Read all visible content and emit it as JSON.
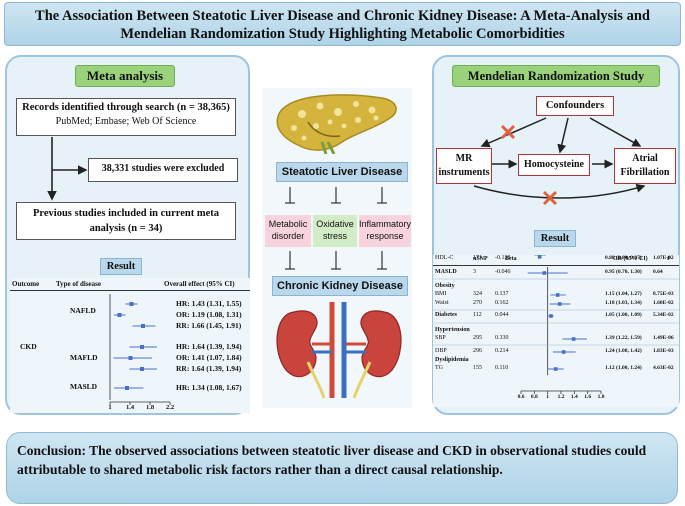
{
  "title": "The Association Between Steatotic Liver Disease and Chronic Kidney Disease: A Meta-Analysis and Mendelian Randomization Study Highlighting Metabolic Comorbidities",
  "meta": {
    "heading": "Meta analysis",
    "records_title": "Records identified through search (n = 38,365)",
    "records_sub": "PubMed; Embase; Web Of Science",
    "excluded": "38,331 studies were excluded",
    "included": "Previous studies included in current meta analysis (n = 34)",
    "result_label": "Result",
    "forest": {
      "headers": [
        "Outcome",
        "Type of disease",
        "Overall effect (95% CI)"
      ],
      "outcome": "CKD",
      "groups": [
        "NAFLD",
        "MAFLD",
        "MASLD"
      ],
      "rows": [
        {
          "group": "NAFLD",
          "text": "HR: 1.43 (1.31, 1.55)",
          "est": 1.43,
          "lo": 1.31,
          "hi": 1.55
        },
        {
          "group": "NAFLD",
          "text": "OR: 1.19 (1.08, 1.31)",
          "est": 1.19,
          "lo": 1.08,
          "hi": 1.31
        },
        {
          "group": "NAFLD",
          "text": "RR: 1.66 (1.45, 1.91)",
          "est": 1.66,
          "lo": 1.45,
          "hi": 1.91
        },
        {
          "group": "MAFLD",
          "text": "HR: 1.64 (1.39, 1.94)",
          "est": 1.64,
          "lo": 1.39,
          "hi": 1.94
        },
        {
          "group": "MAFLD",
          "text": "OR: 1.41 (1.07, 1.84)",
          "est": 1.41,
          "lo": 1.07,
          "hi": 1.84
        },
        {
          "group": "MAFLD",
          "text": "RR: 1.64 (1.39, 1.94)",
          "est": 1.64,
          "lo": 1.39,
          "hi": 1.94
        },
        {
          "group": "MASLD",
          "text": "HR: 1.34 (1.08, 1.67)",
          "est": 1.34,
          "lo": 1.08,
          "hi": 1.67
        }
      ],
      "axis_ticks": [
        "1",
        "1.4",
        "1.8",
        "2.2"
      ],
      "axis_range": [
        1,
        2.2
      ]
    }
  },
  "center": {
    "steatotic": "Steatotic Liver Disease",
    "mechanisms": [
      "Metabolic disorder",
      "Oxidative stress",
      "Inflammatory response"
    ],
    "ckd": "Chronic Kidney Disease"
  },
  "mr": {
    "heading": "Mendelian Randomization Study",
    "confounders": "Confounders",
    "instruments": "MR instruments",
    "homocysteine": "Homocysteine",
    "af": "Atrial Fibrillation",
    "result_label": "Result",
    "table": {
      "headers": [
        "nSNP",
        "Beta",
        "OR (95% CI)",
        "P"
      ],
      "rows": [
        {
          "kind": "row",
          "label": "MASLD",
          "nsnp": "3",
          "beta": "-0.046",
          "or": "0.95 (0.70, 1.30)",
          "p": "0.64",
          "est": 0.95,
          "lo": 0.7,
          "hi": 1.3
        },
        {
          "kind": "head",
          "label": "Obesity"
        },
        {
          "kind": "row",
          "label": "BMI",
          "nsnp": "324",
          "beta": "0.137",
          "or": "1.15 (1.04, 1.27)",
          "p": "8.75E-03",
          "est": 1.15,
          "lo": 1.04,
          "hi": 1.27
        },
        {
          "kind": "row",
          "label": "Waist",
          "nsnp": "270",
          "beta": "0.162",
          "or": "1.18 (1.03, 1.34)",
          "p": "1.60E-02",
          "est": 1.18,
          "lo": 1.03,
          "hi": 1.34
        },
        {
          "kind": "row",
          "label": "Diabetes",
          "nsnp": "112",
          "beta": "0.044",
          "or": "1.05 (1.00, 1.09)",
          "p": "5.34E-02",
          "est": 1.05,
          "lo": 1.0,
          "hi": 1.09
        },
        {
          "kind": "head",
          "label": "Hypertension"
        },
        {
          "kind": "row",
          "label": "SBP",
          "nsnp": "295",
          "beta": "0.330",
          "or": "1.39 (1.22, 1.59)",
          "p": "1.49E-06",
          "est": 1.39,
          "lo": 1.22,
          "hi": 1.59
        },
        {
          "kind": "row",
          "label": "DBP",
          "nsnp": "296",
          "beta": "0.214",
          "or": "1.24 (1.08, 1.42)",
          "p": "1.83E-03",
          "est": 1.24,
          "lo": 1.08,
          "hi": 1.42
        },
        {
          "kind": "head",
          "label": "Dyslipidemia"
        },
        {
          "kind": "row",
          "label": "TG",
          "nsnp": "155",
          "beta": "0.110",
          "or": "1.12 (1.00, 1.24)",
          "p": "4.63E-02",
          "est": 1.12,
          "lo": 1.0,
          "hi": 1.24
        },
        {
          "kind": "row",
          "label": "HDL-C",
          "nsnp": "171",
          "beta": "-0.128",
          "or": "0.88 (0.80, 0.97)",
          "p": "1.07E-02",
          "est": 0.88,
          "lo": 0.8,
          "hi": 0.97
        }
      ],
      "axis_ticks": [
        "0.6",
        "0.8",
        "1",
        "1.2",
        "1.4",
        "1.6",
        "1.8"
      ],
      "axis_range": [
        0.6,
        1.8
      ]
    }
  },
  "conclusion": "Conclusion: The observed associations between steatotic liver disease and CKD in observational studies could attributable to shared metabolic risk factors rather than a direct causal relationship.",
  "colors": {
    "marker": "#4a6fc8",
    "cross": "#e0623c",
    "green": "#9ad27c",
    "pink": "#f6d3dd",
    "blue": "#b9d8ec"
  }
}
